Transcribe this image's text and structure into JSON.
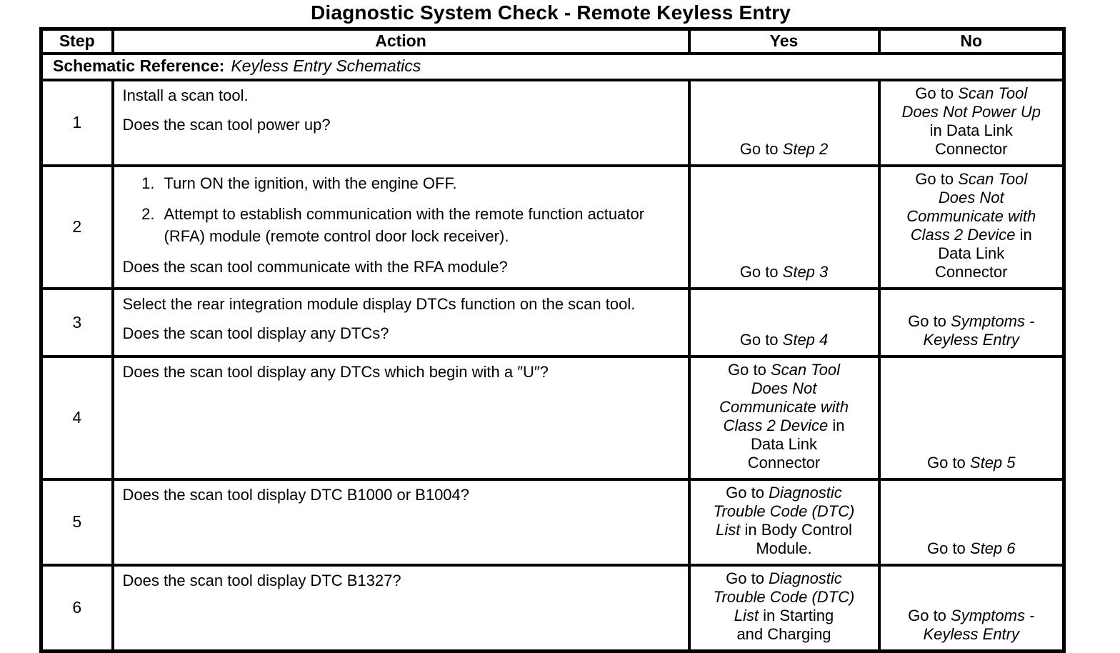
{
  "page_title": "Diagnostic System Check - Remote Keyless Entry",
  "colors": {
    "ink": "#000000",
    "paper": "#ffffff"
  },
  "table": {
    "headers": {
      "step": "Step",
      "action": "Action",
      "yes": "Yes",
      "no": "No"
    },
    "schematic_reference": {
      "label": "Schematic Reference:",
      "value": "Keyless Entry Schematics"
    },
    "rows": [
      {
        "step": "1",
        "action": {
          "lines": [
            "Install a scan tool."
          ],
          "question": "Does the scan tool power up?"
        },
        "yes": [
          [
            {
              "t": "Go to "
            },
            {
              "t": "Step 2",
              "i": true
            }
          ]
        ],
        "no": [
          [
            {
              "t": "Go to "
            },
            {
              "t": "Scan Tool",
              "i": true
            }
          ],
          [
            {
              "t": "Does Not Power Up",
              "i": true
            }
          ],
          [
            {
              "t": "in Data Link"
            }
          ],
          [
            {
              "t": "Connector"
            }
          ]
        ]
      },
      {
        "step": "2",
        "action": {
          "numbered_items": [
            {
              "num": "1.",
              "text": "Turn ON the ignition, with the engine OFF."
            },
            {
              "num": "2.",
              "text": "Attempt to establish communication with the remote function actuator (RFA) module (remote control door lock receiver)."
            }
          ],
          "question": "Does the scan tool communicate with the RFA module?"
        },
        "yes": [
          [
            {
              "t": "Go to "
            },
            {
              "t": "Step 3",
              "i": true
            }
          ]
        ],
        "no": [
          [
            {
              "t": "Go to "
            },
            {
              "t": "Scan Tool",
              "i": true
            }
          ],
          [
            {
              "t": "Does Not",
              "i": true
            }
          ],
          [
            {
              "t": "Communicate with",
              "i": true
            }
          ],
          [
            {
              "t": "Class 2 Device",
              "i": true
            },
            {
              "t": " in"
            }
          ],
          [
            {
              "t": "Data Link"
            }
          ],
          [
            {
              "t": "Connector"
            }
          ]
        ]
      },
      {
        "step": "3",
        "action": {
          "lines": [
            "Select the rear integration module display DTCs function on the scan tool."
          ],
          "question": "Does the scan tool display any DTCs?"
        },
        "yes": [
          [
            {
              "t": "Go to "
            },
            {
              "t": "Step 4",
              "i": true
            }
          ]
        ],
        "no": [
          [
            {
              "t": "Go to "
            },
            {
              "t": "Symptoms -",
              "i": true
            }
          ],
          [
            {
              "t": "Keyless Entry",
              "i": true
            }
          ]
        ]
      },
      {
        "step": "4",
        "action": {
          "question": "Does the scan tool display any DTCs which begin with a ″U″?"
        },
        "yes": [
          [
            {
              "t": "Go to "
            },
            {
              "t": "Scan Tool",
              "i": true
            }
          ],
          [
            {
              "t": "Does Not",
              "i": true
            }
          ],
          [
            {
              "t": "Communicate with",
              "i": true
            }
          ],
          [
            {
              "t": "Class 2 Device",
              "i": true
            },
            {
              "t": " in"
            }
          ],
          [
            {
              "t": "Data Link"
            }
          ],
          [
            {
              "t": "Connector"
            }
          ]
        ],
        "no": [
          [
            {
              "t": "Go to "
            },
            {
              "t": "Step 5",
              "i": true
            }
          ]
        ]
      },
      {
        "step": "5",
        "action": {
          "question": "Does the scan tool display DTC B1000 or B1004?"
        },
        "yes": [
          [
            {
              "t": "Go to "
            },
            {
              "t": "Diagnostic",
              "i": true
            }
          ],
          [
            {
              "t": "Trouble Code (DTC)",
              "i": true
            }
          ],
          [
            {
              "t": "List",
              "i": true
            },
            {
              "t": " in Body Control"
            }
          ],
          [
            {
              "t": "Module."
            }
          ]
        ],
        "no": [
          [
            {
              "t": "Go to "
            },
            {
              "t": "Step 6",
              "i": true
            }
          ]
        ]
      },
      {
        "step": "6",
        "action": {
          "question": "Does the scan tool display DTC B1327?"
        },
        "yes": [
          [
            {
              "t": "Go to "
            },
            {
              "t": "Diagnostic",
              "i": true
            }
          ],
          [
            {
              "t": "Trouble Code (DTC)",
              "i": true
            }
          ],
          [
            {
              "t": "List",
              "i": true
            },
            {
              "t": " in Starting"
            }
          ],
          [
            {
              "t": "and Charging"
            }
          ]
        ],
        "no": [
          [
            {
              "t": "Go to "
            },
            {
              "t": "Symptoms -",
              "i": true
            }
          ],
          [
            {
              "t": "Keyless Entry",
              "i": true
            }
          ]
        ]
      }
    ]
  }
}
